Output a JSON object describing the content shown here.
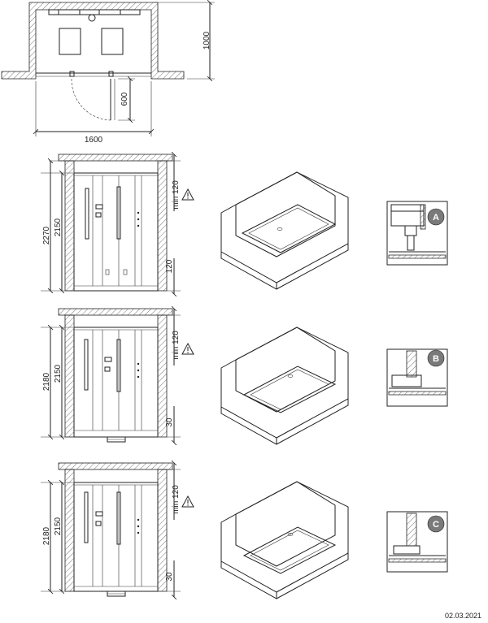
{
  "plan": {
    "width_label": "1600",
    "depth_label": "1000",
    "door_label": "600"
  },
  "elevations": [
    {
      "overall": "2270",
      "inner": "2150",
      "top_gap": "min 120",
      "bottom_gap": "120"
    },
    {
      "overall": "2180",
      "inner": "2150",
      "top_gap": "min 120",
      "bottom_gap": "30"
    },
    {
      "overall": "2180",
      "inner": "2150",
      "top_gap": "min 120",
      "bottom_gap": "30"
    }
  ],
  "badges": [
    "A",
    "B",
    "C"
  ],
  "warning_icon": "warning-triangle-icon",
  "colors": {
    "badge": "#7a7a7a",
    "wall": "#e0e0e0",
    "tray": "#f0f0f0"
  },
  "footer": {
    "date": "02.03.2021"
  }
}
